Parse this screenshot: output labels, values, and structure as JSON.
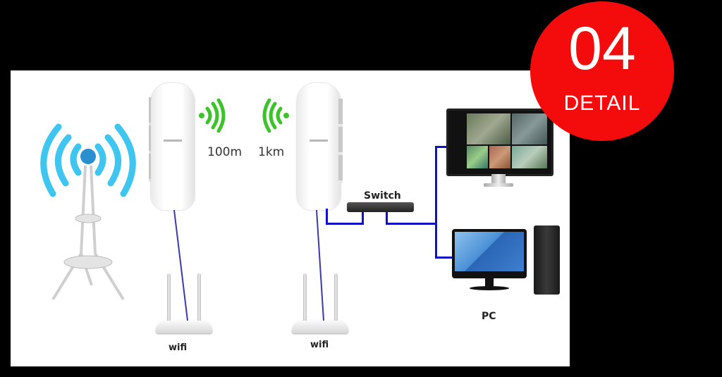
{
  "badge": {
    "number": "04",
    "text": "DETAIL",
    "color": "#f40c0c"
  },
  "devices": {
    "cell_tower": {
      "icon": "radio-tower-icon",
      "signal_color": "#3fc6f0"
    },
    "cpe_left": {
      "icon": "outdoor-cpe-icon"
    },
    "cpe_right": {
      "icon": "outdoor-cpe-icon"
    },
    "router_left": {
      "icon": "wifi-router-icon",
      "label": "wifi"
    },
    "router_right": {
      "icon": "wifi-router-icon",
      "label": "wifi"
    },
    "switch": {
      "icon": "network-switch-icon",
      "label": "Switch"
    },
    "cctv_monitor": {
      "icon": "cctv-monitor-icon"
    },
    "pc": {
      "icon": "desktop-pc-icon",
      "label": "PC"
    }
  },
  "links": {
    "wireless_left": {
      "icon": "wifi-signal-icon",
      "distance": "100m",
      "color": "#3cc32a"
    },
    "wireless_right": {
      "icon": "wifi-signal-icon",
      "distance": "1km",
      "color": "#3cc32a"
    },
    "cable_color": "#1010c8"
  }
}
